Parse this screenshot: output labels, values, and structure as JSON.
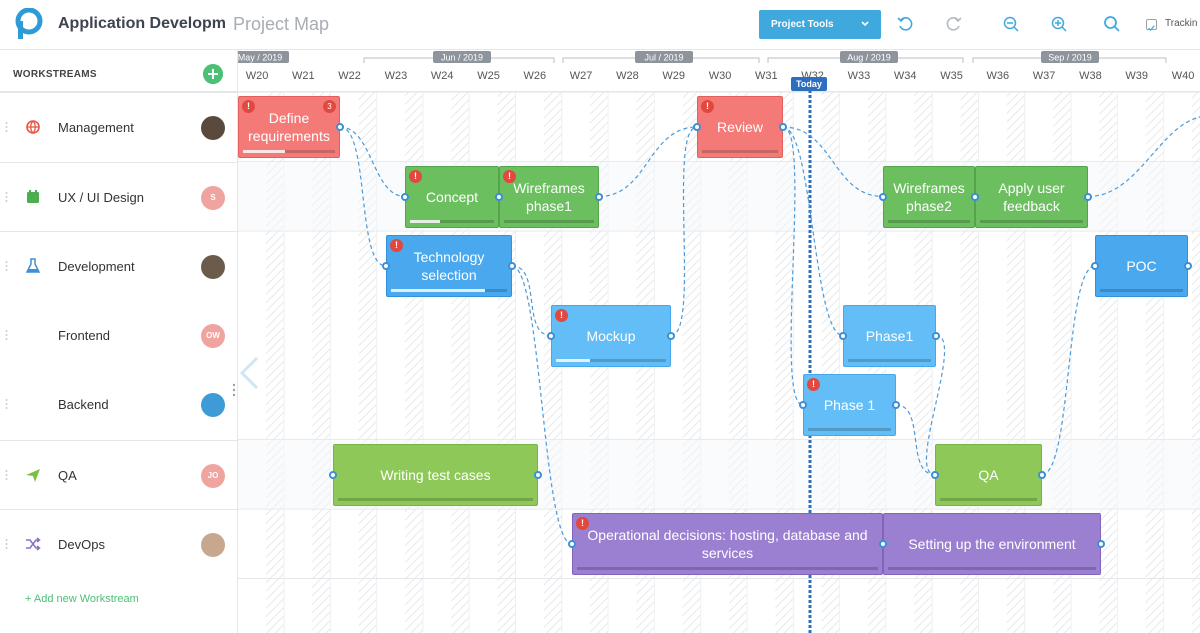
{
  "header": {
    "app_title": "Application Developme...",
    "page_title": "Project Map",
    "tools_label": "Project Tools",
    "tracking_label": "Trackin",
    "icons": [
      "undo-icon",
      "redo-icon",
      "zoom-out-icon",
      "zoom-in-icon",
      "search-icon",
      "checkbox-icon"
    ]
  },
  "sidebar": {
    "title": "WORKSTREAMS",
    "add_label": "+ Add new Workstream",
    "workstreams": [
      {
        "label": "Management",
        "icon": "globe-icon",
        "icon_color": "#e8563f",
        "avatar": "",
        "avatar_color": "#5a4a3e"
      },
      {
        "label": "UX / UI Design",
        "icon": "calendar-icon",
        "icon_color": "#4cae4c",
        "avatar": "S",
        "avatar_color": "#f0a4a0"
      },
      {
        "label": "Development",
        "icon": "flask-icon",
        "icon_color": "#3d8fd6",
        "avatar": "",
        "avatar_color": "#6b5b4b"
      },
      {
        "label": "Frontend",
        "icon": "",
        "icon_color": "",
        "avatar": "OW",
        "avatar_color": "#f0a4a0"
      },
      {
        "label": "Backend",
        "icon": "",
        "icon_color": "",
        "avatar": "",
        "avatar_color": "#3d9bd6"
      },
      {
        "label": "QA",
        "icon": "paper-plane-icon",
        "icon_color": "#7cc043",
        "avatar": "JO",
        "avatar_color": "#f0a4a0"
      },
      {
        "label": "DevOps",
        "icon": "shuffle-icon",
        "icon_color": "#8a6fc8",
        "avatar": "",
        "avatar_color": "#c7a78e"
      }
    ]
  },
  "timeline": {
    "months": [
      "May / 2019",
      "Jun / 2019",
      "Jul / 2019",
      "Aug / 2019",
      "Sep / 2019"
    ],
    "weeks": [
      "W20",
      "W21",
      "W22",
      "W23",
      "W24",
      "W25",
      "W26",
      "W27",
      "W28",
      "W29",
      "W30",
      "W31",
      "W32",
      "W33",
      "W34",
      "W35",
      "W36",
      "W37",
      "W38",
      "W39",
      "W40"
    ],
    "today_label": "Today",
    "colors": {
      "red": "#f47a78",
      "green": "#6bbf5f",
      "blue": "#4aa9ee",
      "lightblue": "#63bdf6",
      "lime": "#8ec858",
      "purple": "#9b7fd0"
    },
    "tasks": [
      {
        "id": "define",
        "label": "Define requirements",
        "row": 0,
        "start": 0,
        "end": 102,
        "color": "red",
        "warn": "!",
        "count": "3",
        "progress": 0.45
      },
      {
        "id": "review",
        "label": "Review",
        "row": 0,
        "start": 459,
        "end": 545,
        "color": "red",
        "warn": "!",
        "count": "",
        "progress": 0
      },
      {
        "id": "concept",
        "label": "Concept",
        "row": 1,
        "start": 167,
        "end": 261,
        "color": "green",
        "warn": "!",
        "count": "",
        "progress": 0.35
      },
      {
        "id": "wire1",
        "label": "Wireframes phase1",
        "row": 1,
        "start": 261,
        "end": 361,
        "color": "green",
        "warn": "!",
        "count": "",
        "progress": 0
      },
      {
        "id": "wire2",
        "label": "Wireframes phase2",
        "row": 1,
        "start": 645,
        "end": 737,
        "color": "green",
        "warn": "",
        "count": "",
        "progress": 0
      },
      {
        "id": "feedback",
        "label": "Apply user feedback",
        "row": 1,
        "start": 737,
        "end": 850,
        "color": "green",
        "warn": "",
        "count": "",
        "progress": 0
      },
      {
        "id": "techsel",
        "label": "Technology selection",
        "row": 2,
        "start": 148,
        "end": 274,
        "color": "blue",
        "warn": "!",
        "count": "",
        "progress": 0.8
      },
      {
        "id": "poc",
        "label": "POC",
        "row": 2,
        "start": 857,
        "end": 950,
        "color": "blue",
        "warn": "",
        "count": "",
        "progress": 0
      },
      {
        "id": "mockup",
        "label": "Mockup",
        "row": 3,
        "start": 313,
        "end": 433,
        "color": "lightblue",
        "warn": "!",
        "count": "",
        "progress": 0.3
      },
      {
        "id": "phase1fe",
        "label": "Phase1",
        "row": 3,
        "start": 605,
        "end": 698,
        "color": "lightblue",
        "warn": "",
        "count": "",
        "progress": 0
      },
      {
        "id": "phase1be",
        "label": "Phase 1",
        "row": 4,
        "start": 565,
        "end": 658,
        "color": "lightblue",
        "warn": "!",
        "count": "",
        "progress": 0
      },
      {
        "id": "testcases",
        "label": "Writing test cases",
        "row": 5,
        "start": 95,
        "end": 300,
        "color": "lime",
        "warn": "",
        "count": "",
        "progress": 0
      },
      {
        "id": "qa",
        "label": "QA",
        "row": 5,
        "start": 697,
        "end": 804,
        "color": "lime",
        "warn": "",
        "count": "",
        "progress": 0
      },
      {
        "id": "opdec",
        "label": "Operational decisions: hosting, database and services",
        "row": 6,
        "start": 334,
        "end": 645,
        "color": "purple",
        "warn": "!",
        "count": "",
        "progress": 0
      },
      {
        "id": "envsetup",
        "label": "Setting up the environment",
        "row": 6,
        "start": 645,
        "end": 863,
        "color": "purple",
        "warn": "",
        "count": "",
        "progress": 0
      }
    ]
  }
}
